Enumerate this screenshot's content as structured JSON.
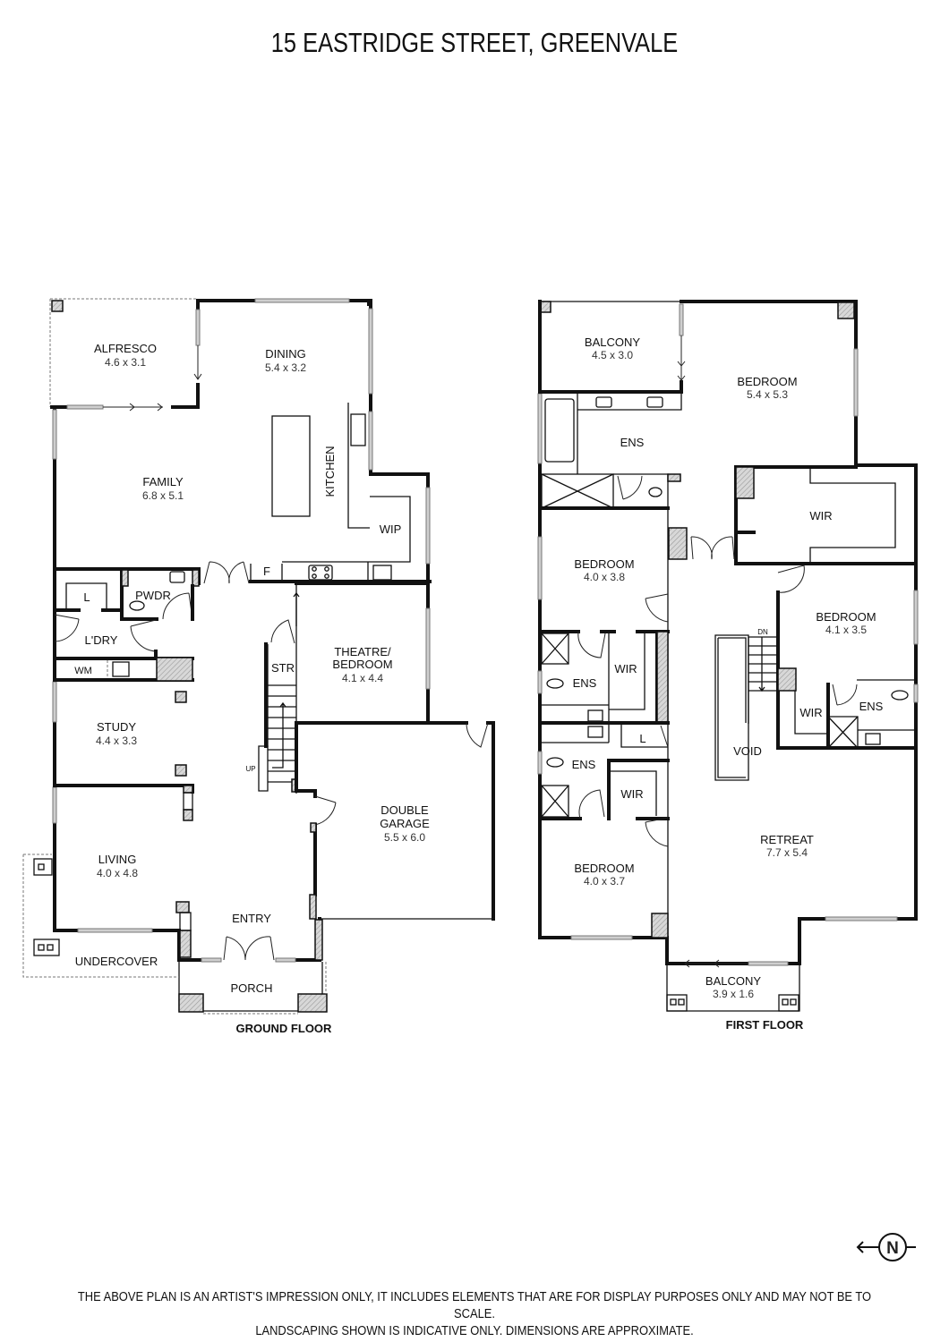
{
  "title": "15 EASTRIDGE STREET, GREENVALE",
  "ground_floor": {
    "label": "GROUND FLOOR",
    "rooms": {
      "alfresco": {
        "name": "ALFRESCO",
        "dim": "4.6 x 3.1"
      },
      "dining": {
        "name": "DINING",
        "dim": "5.4 x 3.2"
      },
      "family": {
        "name": "FAMILY",
        "dim": "6.8 x 5.1"
      },
      "kitchen": {
        "name": "KITCHEN"
      },
      "wip": {
        "name": "WIP"
      },
      "fridge": {
        "name": "F"
      },
      "laundry_l": {
        "name": "L"
      },
      "pwdr": {
        "name": "PWDR"
      },
      "ldry": {
        "name": "L'DRY"
      },
      "wm": {
        "name": "WM"
      },
      "str": {
        "name": "STR"
      },
      "theatre": {
        "name": "THEATRE/",
        "name2": "BEDROOM",
        "dim": "4.1 x 4.4"
      },
      "study": {
        "name": "STUDY",
        "dim": "4.4 x 3.3"
      },
      "up": {
        "name": "UP"
      },
      "garage": {
        "name": "DOUBLE",
        "name2": "GARAGE",
        "dim": "5.5 x 6.0"
      },
      "living": {
        "name": "LIVING",
        "dim": "4.0 x 4.8"
      },
      "entry": {
        "name": "ENTRY"
      },
      "undercover": {
        "name": "UNDERCOVER"
      },
      "porch": {
        "name": "PORCH"
      }
    }
  },
  "first_floor": {
    "label": "FIRST FLOOR",
    "rooms": {
      "balcony_top": {
        "name": "BALCONY",
        "dim": "4.5 x 3.0"
      },
      "master": {
        "name": "BEDROOM",
        "dim": "5.4 x 5.3"
      },
      "ens_master": {
        "name": "ENS"
      },
      "wir_master": {
        "name": "WIR"
      },
      "bed2": {
        "name": "BEDROOM",
        "dim": "4.0 x 3.8"
      },
      "ens2": {
        "name": "ENS"
      },
      "wir2": {
        "name": "WIR"
      },
      "linen": {
        "name": "L"
      },
      "ens3": {
        "name": "ENS"
      },
      "wir3": {
        "name": "WIR"
      },
      "bed3": {
        "name": "BEDROOM",
        "dim": "4.0 x 3.7"
      },
      "bed4": {
        "name": "BEDROOM",
        "dim": "4.1 x 3.5"
      },
      "wir4": {
        "name": "WIR"
      },
      "ens4": {
        "name": "ENS"
      },
      "dn": {
        "name": "DN"
      },
      "void": {
        "name": "VOID"
      },
      "retreat": {
        "name": "RETREAT",
        "dim": "7.7 x 5.4"
      },
      "balcony_bottom": {
        "name": "BALCONY",
        "dim": "3.9 x 1.6"
      }
    }
  },
  "compass": {
    "letter": "N",
    "icon": "north-arrow-icon",
    "direction": "left"
  },
  "disclaimer": {
    "line1": "THE ABOVE PLAN IS AN ARTIST'S IMPRESSION ONLY, IT INCLUDES ELEMENTS THAT ARE FOR DISPLAY PURPOSES ONLY AND MAY NOT BE TO SCALE.",
    "line2": "LANDSCAPING SHOWN IS INDICATIVE ONLY. DIMENSIONS ARE APPROXIMATE."
  }
}
